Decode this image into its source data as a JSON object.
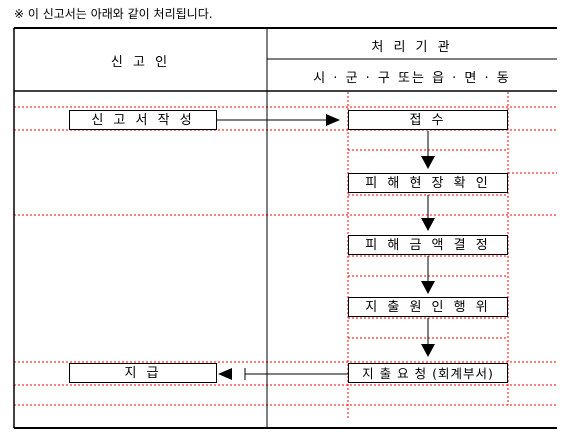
{
  "note": "※ 이 신고서는 아래와 같이 처리됩니다.",
  "header": {
    "applicant": "신 고 인",
    "processing_agency": "처 리 기 관",
    "agencies": "시 · 군 · 구 또는 읍 · 면 · 동"
  },
  "steps": {
    "write": "신 고 서   작 성",
    "receive": "접 수",
    "site_check": "피 해 현 장   확 인",
    "amount_decision": "피 해 금 액   결 정",
    "expenditure_act": "지 출 원 인 행 위",
    "payment_request": "지 출 요 청 (회계부서)",
    "payment": "지  급"
  },
  "colors": {
    "guide_line": "#ff0000",
    "line": "#000000"
  }
}
